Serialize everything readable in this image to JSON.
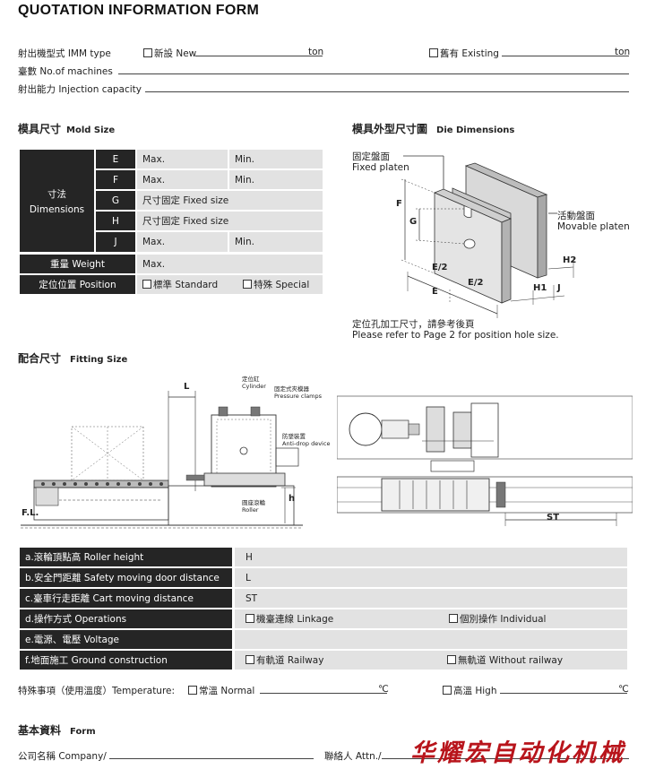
{
  "title": "QUOTATION INFORMATION FORM",
  "header_fields": {
    "imm_type_label": "射出機型式 IMM type",
    "new_label": "新設 New",
    "ton1": "ton",
    "existing_label": "舊有 Existing",
    "ton2": "ton",
    "machines_label": "臺數 No.of machines",
    "capacity_label": "射出能力 Injection capacity"
  },
  "mold_size": {
    "heading_cn": "模具尺寸",
    "heading_en": "Mold Size",
    "dimensions_cn": "寸法",
    "dimensions_en": "Dimensions",
    "rows": [
      {
        "key": "E",
        "a": "Max.",
        "b": "Min."
      },
      {
        "key": "F",
        "a": "Max.",
        "b": "Min."
      },
      {
        "key": "G",
        "a": "尺寸固定 Fixed size",
        "b": ""
      },
      {
        "key": "H",
        "a": "尺寸固定 Fixed size",
        "b": ""
      },
      {
        "key": "J",
        "a": "Max.",
        "b": "Min."
      }
    ],
    "weight_label": "重量 Weight",
    "weight_value": "Max.",
    "position_label": "定位位置 Position",
    "standard_label": "標準 Standard",
    "special_label": "特殊 Special"
  },
  "die_dimensions": {
    "heading_cn": "模具外型尺寸圖",
    "heading_en": "Die Dimensions",
    "fixed_platen_cn": "固定盤面",
    "fixed_platen_en": "Fixed platen",
    "movable_platen_cn": "活動盤面",
    "movable_platen_en": "Movable platen",
    "labels": {
      "F": "F",
      "G": "G",
      "E2a": "E/2",
      "E2b": "E/2",
      "E": "E",
      "H1": "H1",
      "H2": "H2",
      "J": "J"
    },
    "note_cn": "定位孔加工尺寸，請參考後頁",
    "note_en": "Please refer to Page 2 for position hole size."
  },
  "fitting_size": {
    "heading_cn": "配合尺寸",
    "heading_en": "Fitting Size",
    "diagram_labels": {
      "L": "L",
      "cylinder_cn": "定位缸",
      "cylinder_en": "Cylinder",
      "clamps_cn": "固定式夾模器",
      "clamps_en": "Pressure clamps",
      "antidrop_cn": "防墜裝置",
      "antidrop_en": "Anti-drop device",
      "roller_cn": "圓座滾輪",
      "roller_en": "Roller",
      "h": "h",
      "fl": "F.L.",
      "st": "ST"
    },
    "rows": [
      {
        "label": "a.滾輪頂點高 Roller height",
        "value": "H"
      },
      {
        "label": "b.安全門距離 Safety moving door distance",
        "value": "L"
      },
      {
        "label": "c.臺車行走距離 Cart moving distance",
        "value": "ST"
      }
    ],
    "operations_label": "d.操作方式 Operations",
    "linkage_label": "機臺連線 Linkage",
    "individual_label": "個別操作 Individual",
    "voltage_label": "e.電源、電壓 Voltage",
    "ground_label": "f.地面施工 Ground construction",
    "railway_label": "有軌道 Railway",
    "without_railway_label": "無軌道 Without railway"
  },
  "temperature": {
    "label": "特殊事項（使用溫度）Temperature:",
    "normal_label": "常溫 Normal",
    "high_label": "高溫 High",
    "unit1": "℃",
    "unit2": "℃"
  },
  "basic_info": {
    "heading_cn": "基本資料",
    "heading_en": "Form",
    "company_label": "公司名稱 Company/",
    "attn_label": "聯絡人 Attn./"
  },
  "watermark": "华耀宏自动化机械"
}
